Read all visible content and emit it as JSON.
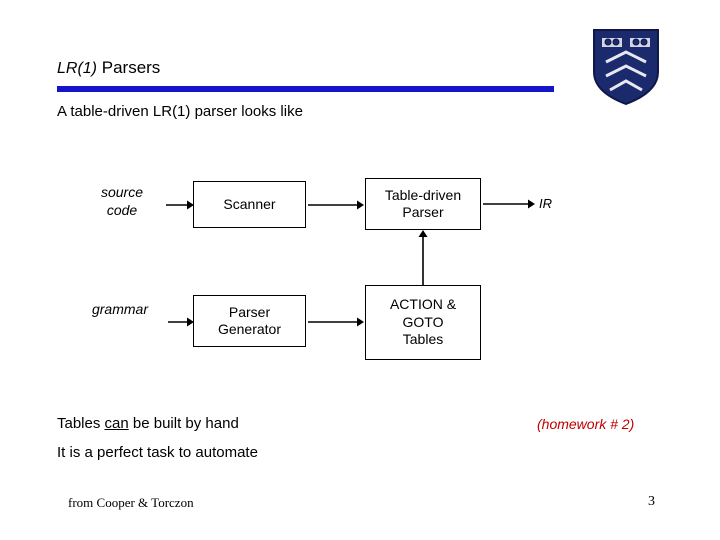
{
  "slide": {
    "title_prefix": "LR(1)",
    "title_rest": " Parsers",
    "subtitle": "A table-driven LR(1) parser looks like",
    "page_number": "3",
    "credit": "from Cooper & Torczon"
  },
  "diagram": {
    "source_code_line1": "source",
    "source_code_line2": "code",
    "scanner": "Scanner",
    "parser_line1": "Table-driven",
    "parser_line2": "Parser",
    "ir": "IR",
    "grammar": "grammar",
    "parser_generator_line1": "Parser",
    "parser_generator_line2": "Generator",
    "tables_line1": "ACTION &",
    "tables_line2": "GOTO",
    "tables_line3": "Tables"
  },
  "bottom": {
    "line1_a": "Tables ",
    "line1_b": "can",
    "line1_c": " be built by hand",
    "line2": "It is a perfect task to automate",
    "homework": "(homework # 2)"
  },
  "colors": {
    "rule": "#1414c8",
    "homework": "#c00000",
    "shield_dark": "#1a2a6c",
    "shield_light": "#e8e8f0"
  }
}
